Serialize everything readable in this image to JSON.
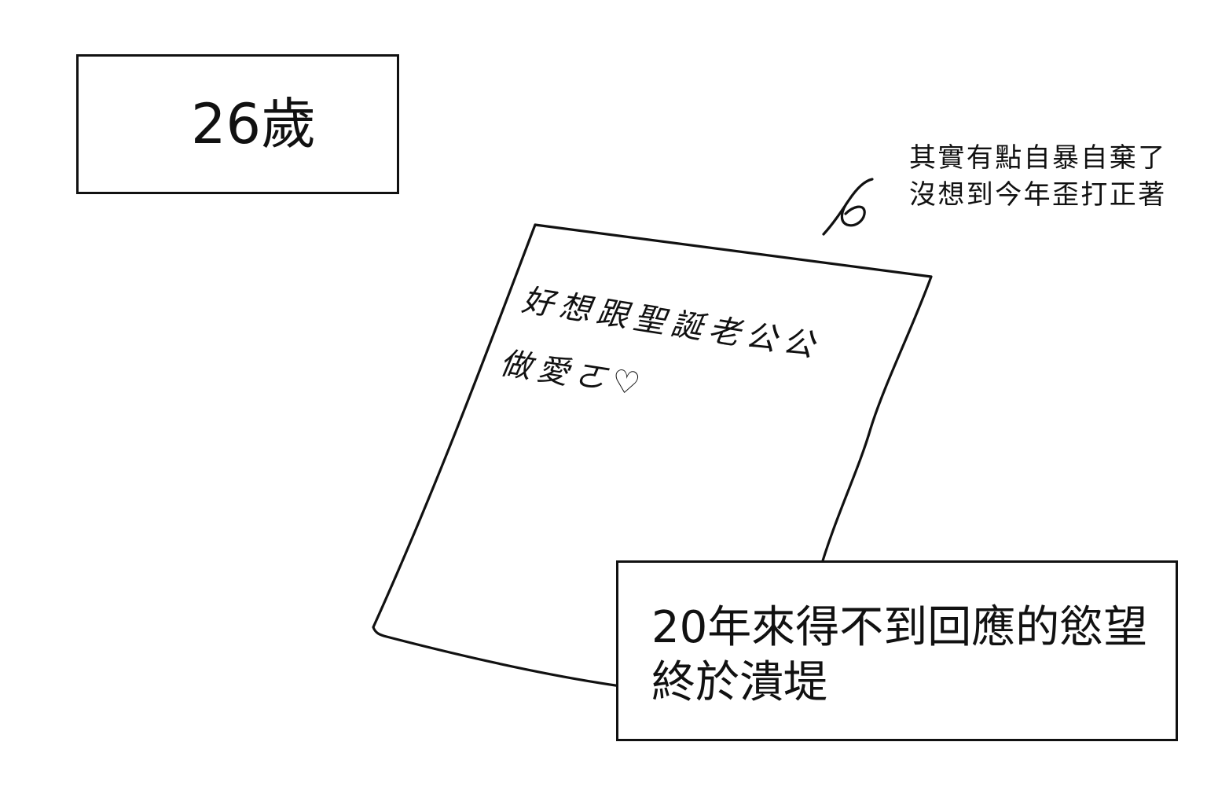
{
  "panel": {
    "age_caption": "26歲",
    "side_note": {
      "line1": "其實有點自暴自棄了",
      "line2": "沒想到今年歪打正著"
    },
    "wish_note": {
      "line1": "好想跟聖誕老公公",
      "line2": "做愛ㄛ♡"
    },
    "narration": {
      "line1": "20年來得不到回應的慾望",
      "line2": "終於潰堤"
    }
  },
  "colors": {
    "ink": "#111111",
    "paper": "#ffffff"
  }
}
